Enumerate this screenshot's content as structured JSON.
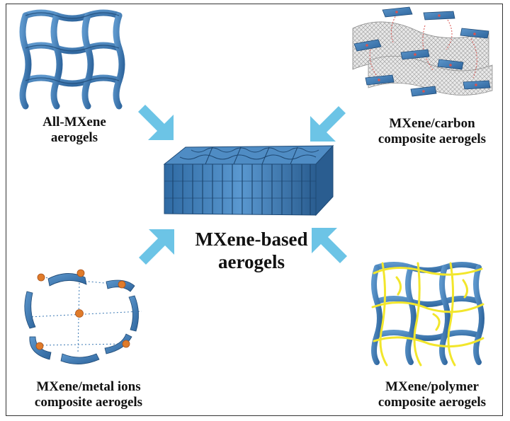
{
  "center": {
    "line1": "MXene-based",
    "line2": "aerogels"
  },
  "top_left": {
    "line1": "All-MXene",
    "line2": "aerogels"
  },
  "top_right": {
    "line1": "MXene/carbon",
    "line2": "composite aerogels"
  },
  "bottom_left": {
    "line1": "MXene/metal ions",
    "line2": "composite aerogels"
  },
  "bottom_right": {
    "line1": "MXene/polymer",
    "line2": "composite aerogels"
  },
  "colors": {
    "mxene_blue": "#3a78b4",
    "mxene_dark": "#23507f",
    "arrow_cyan": "#6cc4e6",
    "carbon_gray": "#bdbdbd",
    "polymer_yellow": "#f2e62c",
    "metal_orange": "#e07b2a",
    "link_red": "#d9534f"
  }
}
